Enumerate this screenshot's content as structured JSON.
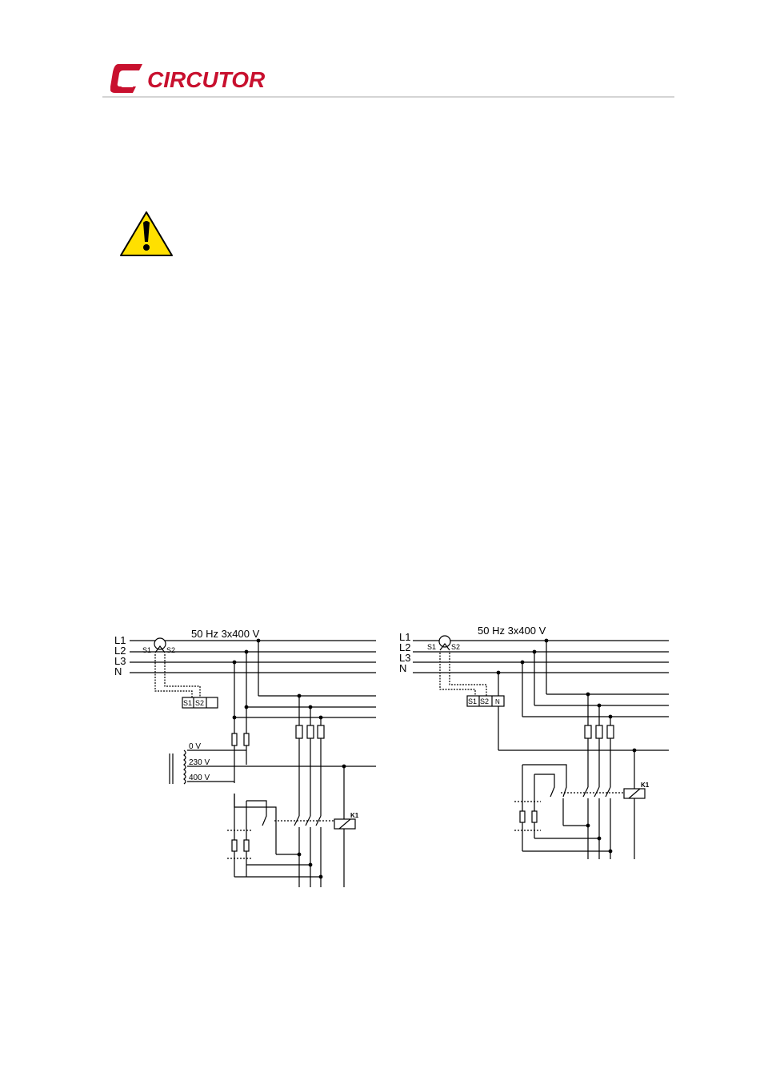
{
  "brand": {
    "name": "CIRCUTOR",
    "color": "#c8102e"
  },
  "warning": {
    "icon": "warning-triangle-icon",
    "color": "#ffe000"
  },
  "diagram_left": {
    "title": "50 Hz 3x400 V",
    "lines": [
      "L1",
      "L2",
      "L3",
      "N"
    ],
    "ct_s1": "S1",
    "ct_s2": "S2",
    "term_s1": "S1",
    "term_s2": "S2",
    "tap_0": "0 V",
    "tap_230": "230 V",
    "tap_400": "400 V",
    "contactor": "K1"
  },
  "diagram_right": {
    "title": "50 Hz 3x400 V",
    "lines": [
      "L1",
      "L2",
      "L3",
      "N"
    ],
    "ct_s1": "S1",
    "ct_s2": "S2",
    "term_s1": "S1",
    "term_s2": "S2",
    "term_n": "N",
    "contactor": "K1"
  }
}
